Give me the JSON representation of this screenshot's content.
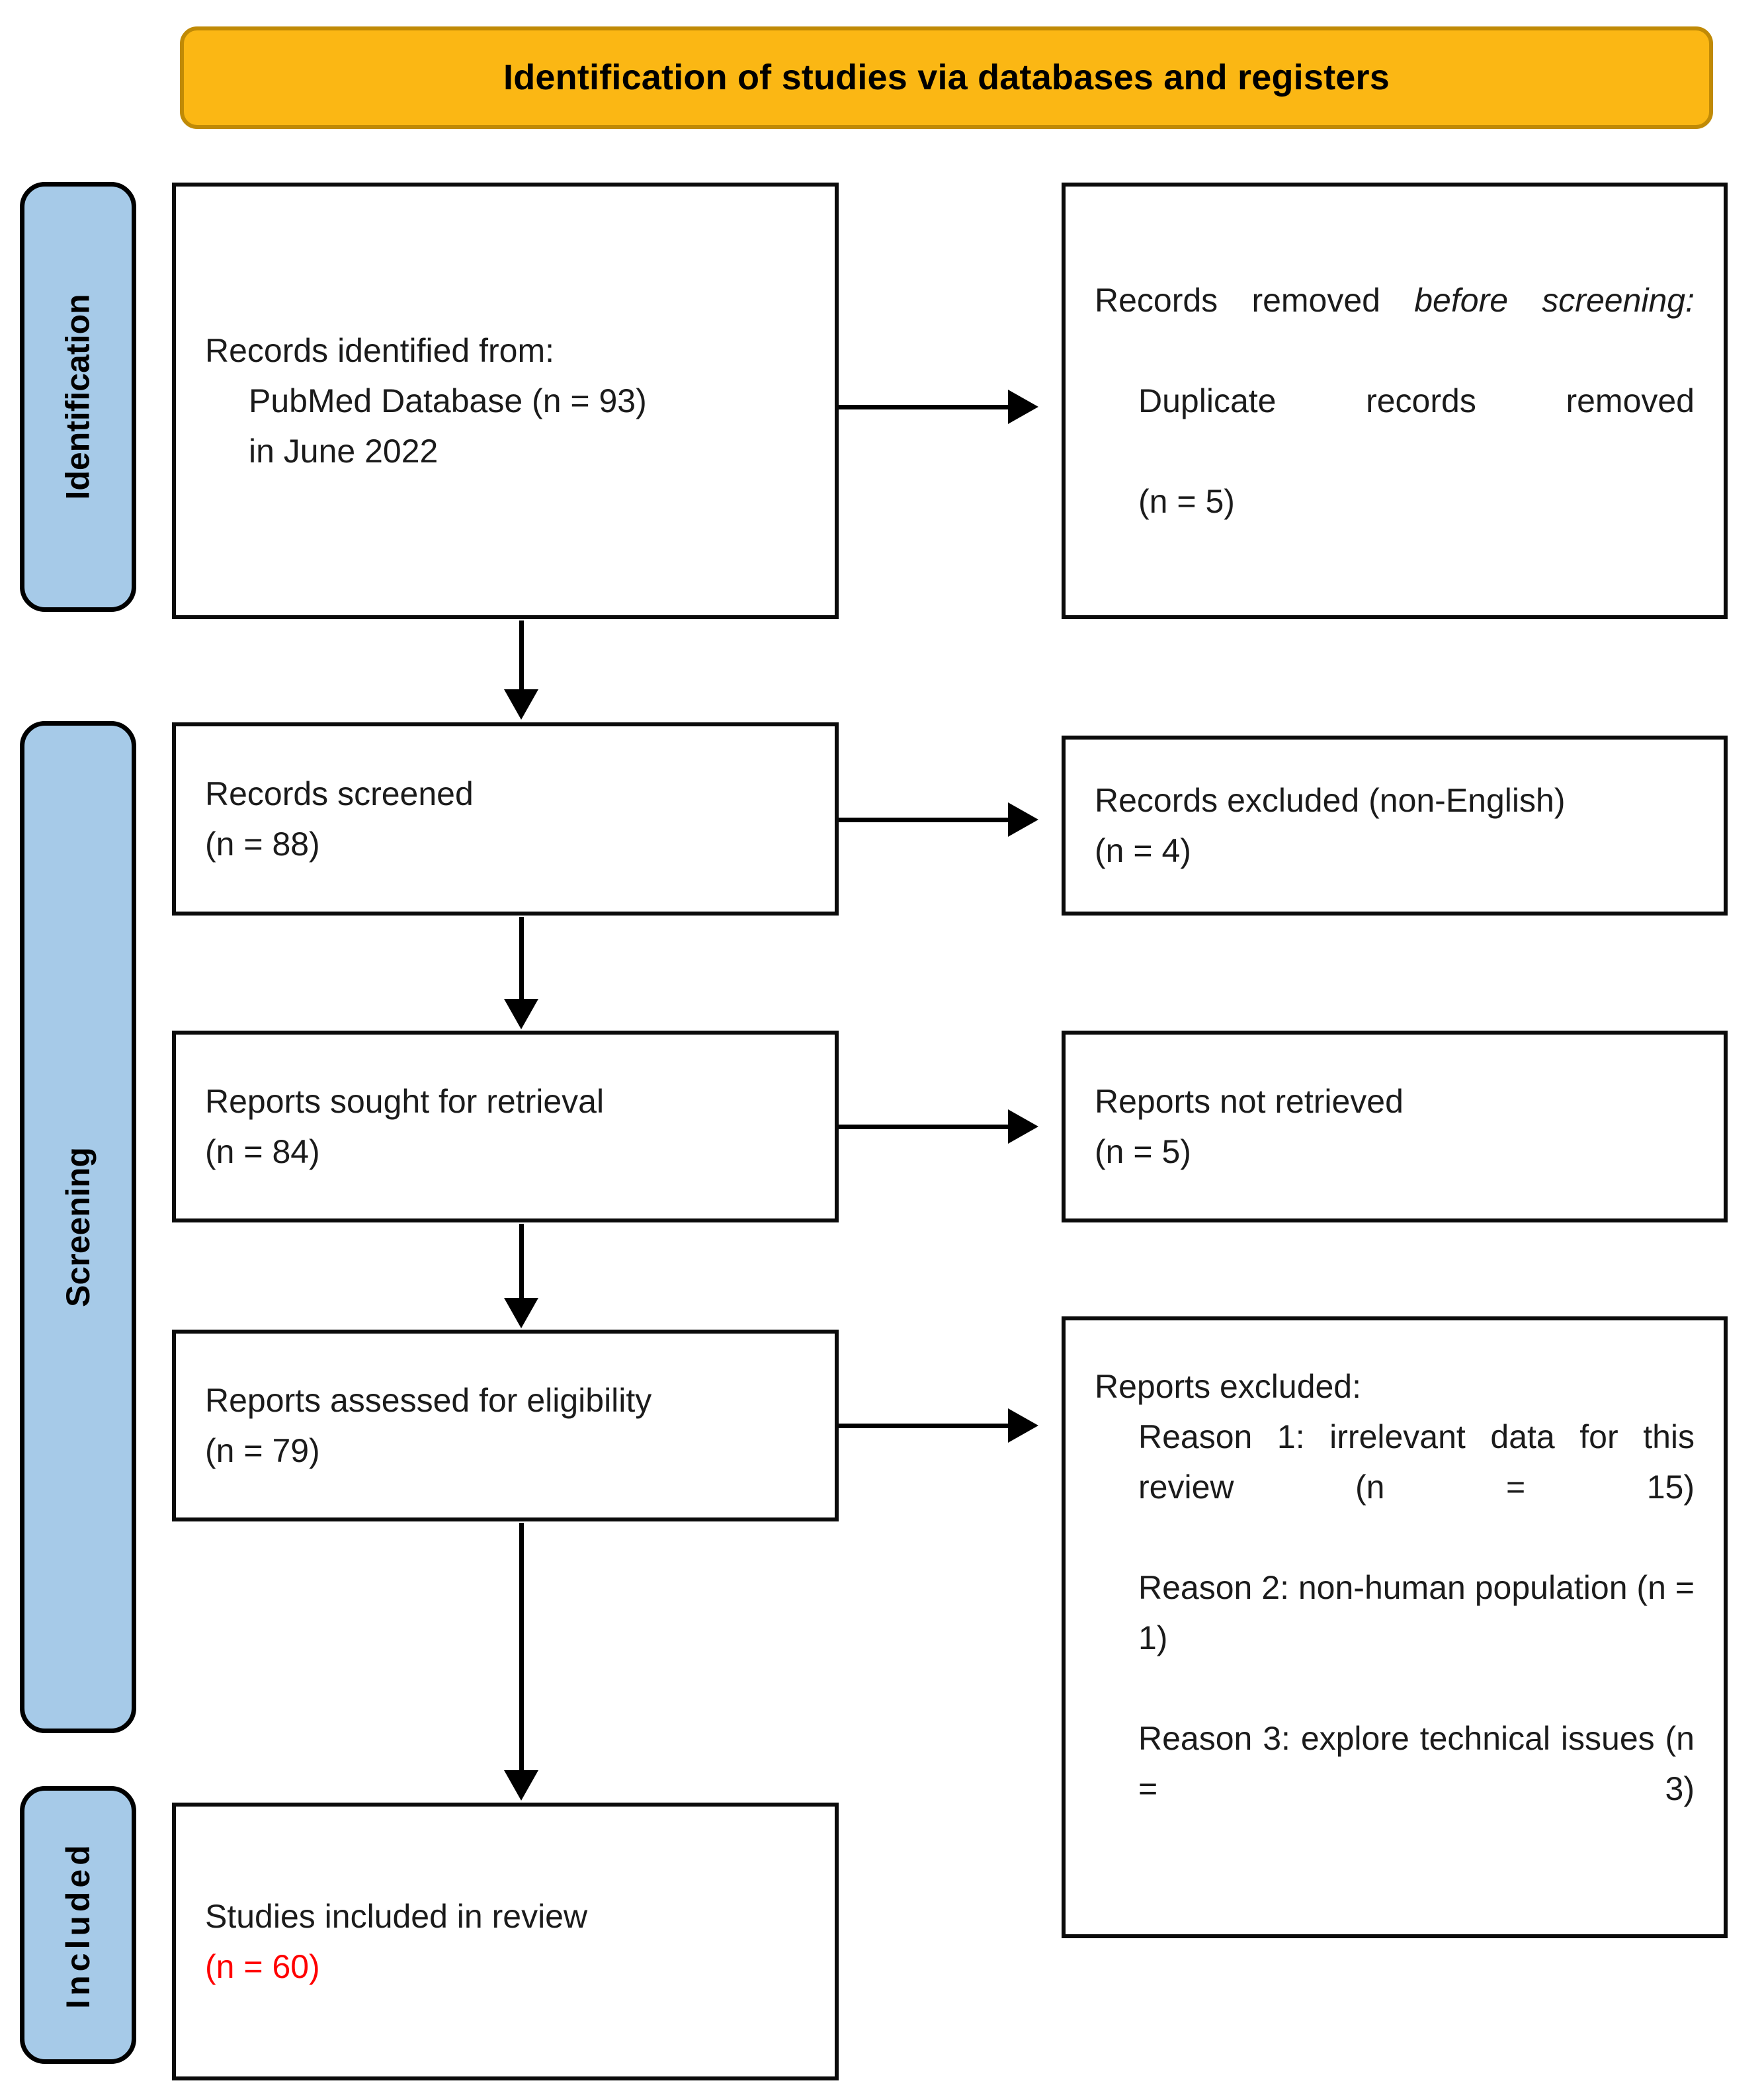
{
  "banner": {
    "title": "Identification of studies via databases and registers"
  },
  "stages": [
    {
      "id": "identification",
      "label": "Identification"
    },
    {
      "id": "screening",
      "label": "Screening"
    },
    {
      "id": "included",
      "label": "Included"
    }
  ],
  "boxes": {
    "records_identified": {
      "line1": "Records identified from:",
      "line2": "PubMed Database (n = 93)",
      "line3": "in June 2022"
    },
    "records_removed": {
      "line1_prefix": "Records removed ",
      "line1_italic": "before screening",
      "line1_suffix": ":",
      "line2": "Duplicate records removed",
      "line3": "(n = 5)"
    },
    "records_screened": {
      "line1": "Records screened",
      "line2": "(n = 88)"
    },
    "records_excluded": {
      "line1": "Records excluded (non-English)",
      "line2": "(n = 4)"
    },
    "reports_sought": {
      "line1": "Reports sought for retrieval",
      "line2": "(n = 84)"
    },
    "reports_not_retrieved": {
      "line1": "Reports not retrieved",
      "line2": "(n = 5)"
    },
    "reports_assessed": {
      "line1": "Reports assessed for eligibility",
      "line2": "(n = 79)"
    },
    "reports_excluded": {
      "line1": "Reports excluded:",
      "reason1": "Reason 1: irrelevant data for this review (n = 15)",
      "reason2": "Reason 2: non-human population (n = 1)",
      "reason3": "Reason 3: explore technical issues (n = 3)"
    },
    "studies_included": {
      "line1": "Studies included in review",
      "line2": "(n = 60)"
    }
  },
  "colors": {
    "banner_fill": "#FBB714",
    "banner_border": "#C08A06",
    "stage_fill": "#A6CAE8",
    "box_border": "#0B0B0B",
    "highlight_text": "#FF0000"
  }
}
